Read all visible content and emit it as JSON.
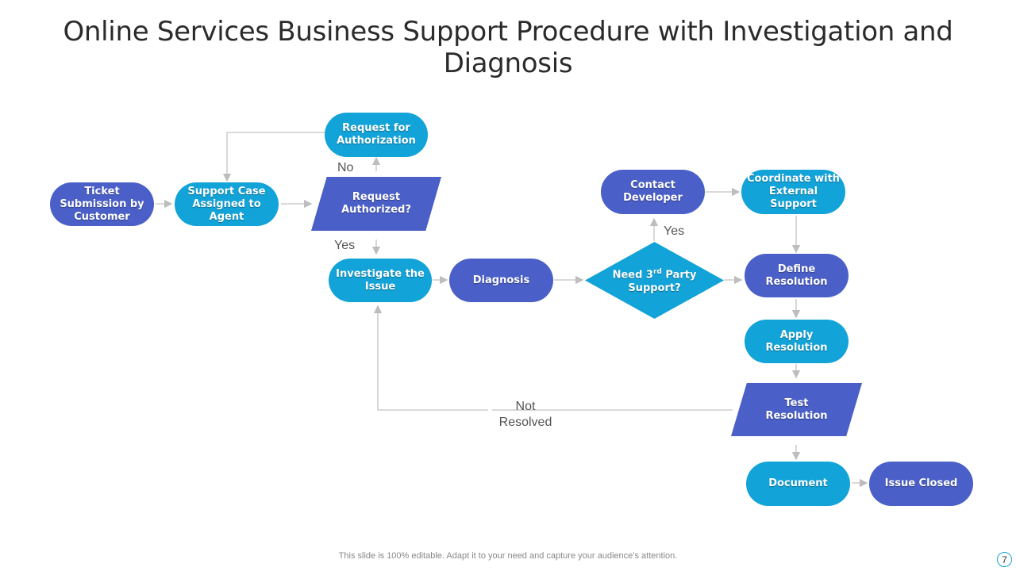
{
  "title": "Online Services Business Support Procedure with Investigation and Diagnosis",
  "nodes": {
    "ticket": "Ticket Submission by Customer",
    "support_case": "Support Case Assigned to Agent",
    "request_auth": "Request for Authorization",
    "authorized": "Request Authorized?",
    "investigate": "Investigate the Issue",
    "diagnosis": "Diagnosis",
    "third_party_pre": "Need 3",
    "third_party_sup": "rd",
    "third_party_post": " Party Support?",
    "contact_dev": "Contact Developer",
    "coordinate": "Coordinate with External Support",
    "define": "Define Resolution",
    "apply": "Apply Resolution",
    "test": "Test Resolution",
    "document": "Document",
    "closed": "Issue Closed"
  },
  "labels": {
    "no": "No",
    "yes_auth": "Yes",
    "yes_third": "Yes",
    "not_resolved": "Not Resolved"
  },
  "colors": {
    "cyan": "#12a3d8",
    "indigo": "#4a5fc7",
    "connector": "#bdbdbd"
  },
  "footer": "This slide is 100% editable. Adapt it to your need and capture your audience’s attention.",
  "page_number": "7"
}
